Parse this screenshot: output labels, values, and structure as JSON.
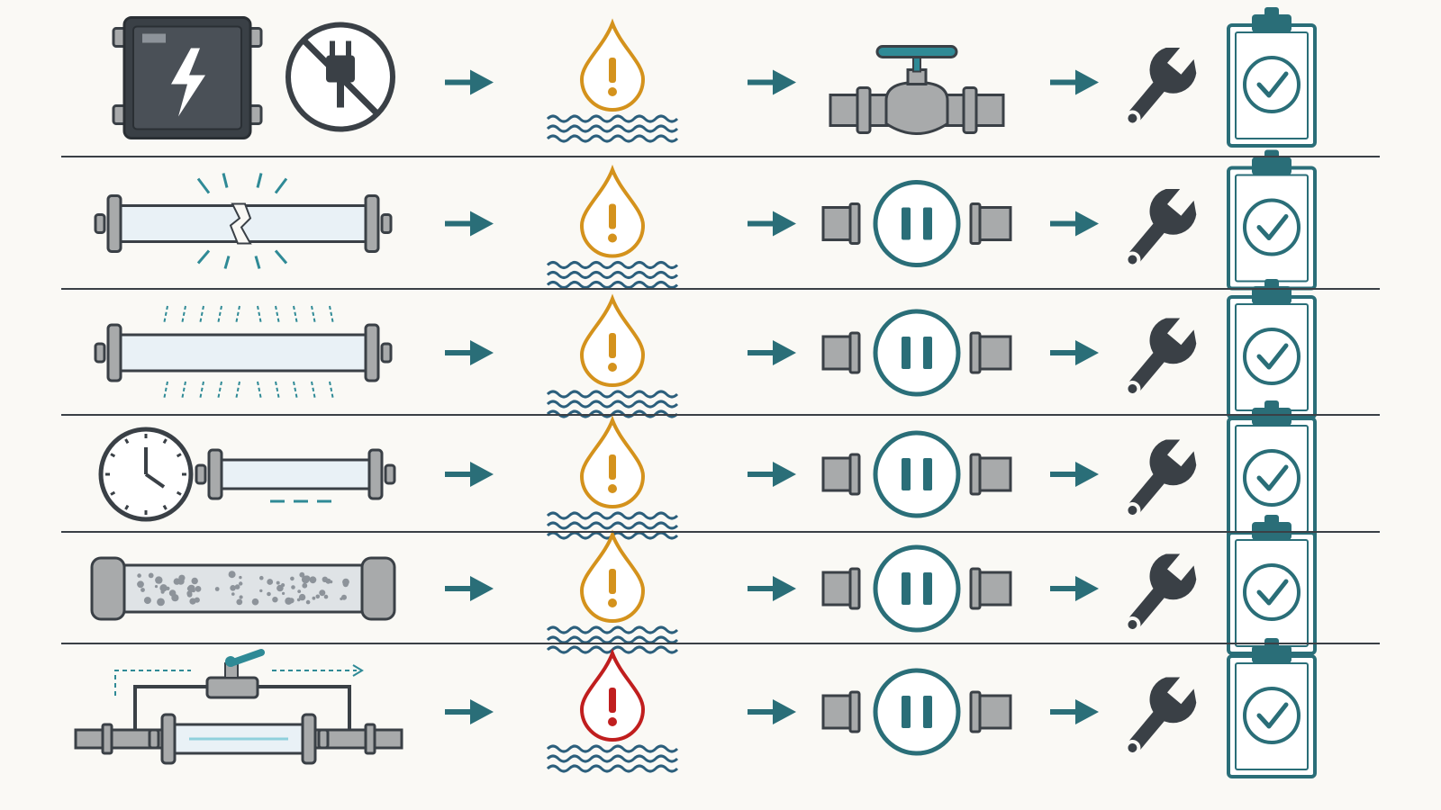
{
  "colors": {
    "background": "#faf9f5",
    "dark": "#3a4046",
    "teal": "#2a6e78",
    "accent_teal": "#2f8a96",
    "amber": "#d4921c",
    "red": "#c01e1e",
    "wave": "#2c5f7c",
    "pipe": "#a8aaab",
    "tube": "#e9f1f6"
  },
  "rows": [
    {
      "cause": "power-outage",
      "cause_icons": [
        "electrical-panel-icon",
        "no-power-plug-icon"
      ],
      "alert": "amber",
      "action": "close-valve-icon"
    },
    {
      "cause": "cracked-tube",
      "cause_icons": [
        "cracked-uv-tube-icon"
      ],
      "alert": "amber",
      "action": "pause-flow-icon"
    },
    {
      "cause": "tube-failure",
      "cause_icons": [
        "flickering-uv-tube-icon"
      ],
      "alert": "amber",
      "action": "pause-flow-icon"
    },
    {
      "cause": "lamp-expired",
      "cause_icons": [
        "clock-icon",
        "dim-uv-tube-icon"
      ],
      "alert": "amber",
      "action": "pause-flow-icon"
    },
    {
      "cause": "sediment-buildup",
      "cause_icons": [
        "fouled-sleeve-icon"
      ],
      "alert": "amber",
      "action": "pause-flow-icon"
    },
    {
      "cause": "bypass-valve-open",
      "cause_icons": [
        "bypass-loop-icon"
      ],
      "alert": "red",
      "action": "pause-flow-icon"
    }
  ]
}
